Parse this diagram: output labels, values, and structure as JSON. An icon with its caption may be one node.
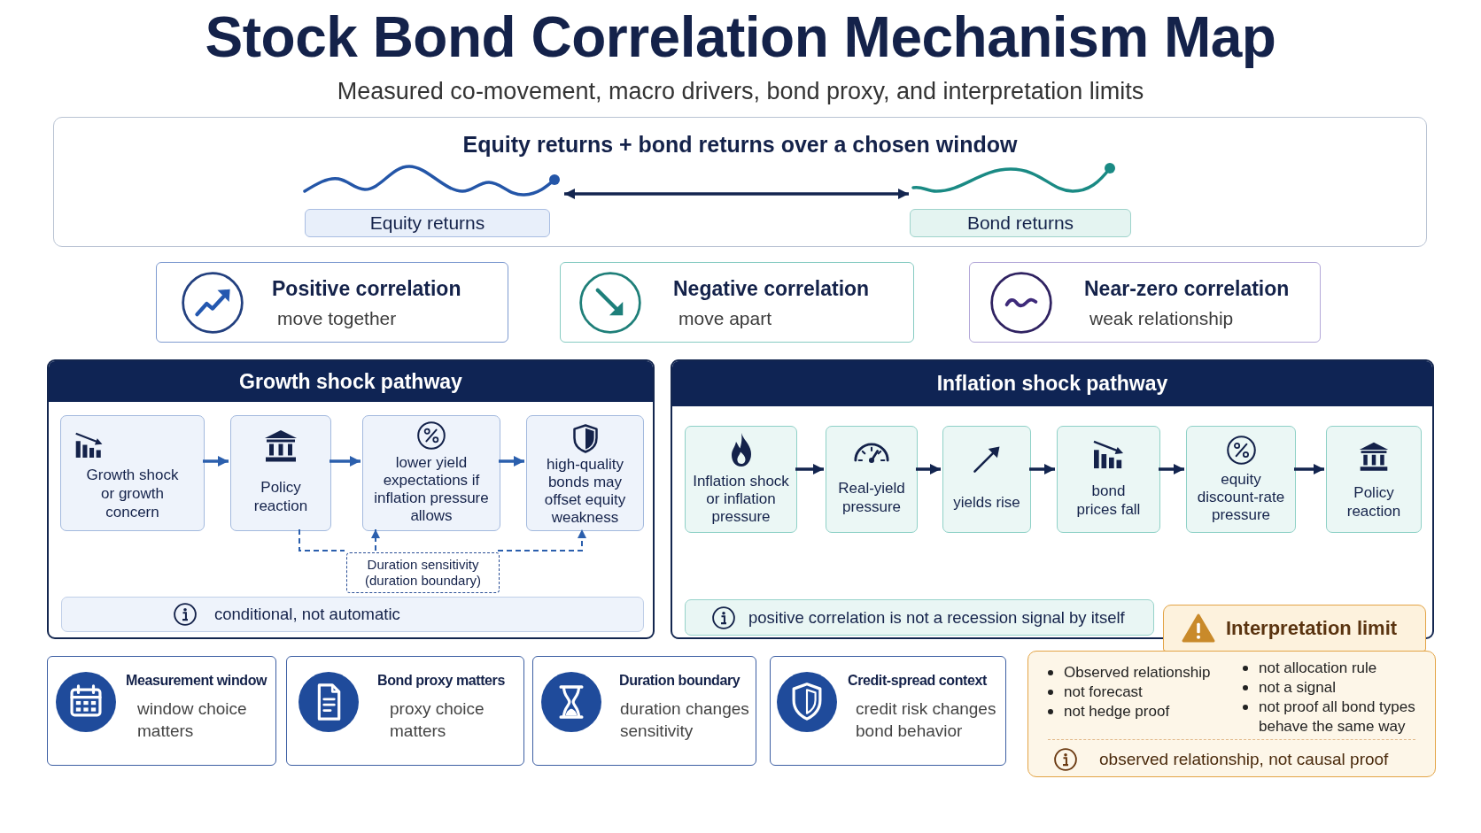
{
  "diagram": {
    "title": "Stock Bond Correlation Mechanism Map",
    "nodes": [
      {
        "text": [
          "Equity returns + bond returns over a chosen window"
        ]
      },
      {
        "text": [
          "Equity returns"
        ],
        "in": 0
      },
      {
        "text": [
          "Bond returns"
        ],
        "in": 0
      },
      {
        "text": [
          "Positive correlation",
          "move together"
        ]
      },
      {
        "text": [
          "Negative correlation",
          "move apart"
        ]
      },
      {
        "text": [
          "Near-zero correlation",
          "weak relationship"
        ]
      },
      {
        "text": [
          "Growth shock pathway"
        ]
      },
      {
        "text": [
          "Growth shock or growth concern"
        ],
        "in": 6
      },
      {
        "text": [
          "Policy reaction"
        ],
        "in": 6
      },
      {
        "text": [
          "lower yield expectations if inflation pressure allows"
        ],
        "in": 6
      },
      {
        "text": [
          "high-quality bonds may offset equity weakness"
        ],
        "in": 6
      },
      {
        "text": [
          "Duration sensitivity (duration boundary)"
        ],
        "in": 6
      },
      {
        "text": [
          "conditional, not automatic"
        ],
        "in": 6
      },
      {
        "text": [
          "Inflation shock pathway"
        ]
      },
      {
        "text": [
          "Inflation shock or inflation pressure"
        ],
        "in": 13
      },
      {
        "text": [
          "Real-yield pressure"
        ],
        "in": 13
      },
      {
        "text": [
          "yields rise"
        ],
        "in": 13
      },
      {
        "text": [
          "bond prices fall"
        ],
        "in": 13
      },
      {
        "text": [
          "equity discount-rate pressure"
        ],
        "in": 13
      },
      {
        "text": [
          "Policy reaction"
        ],
        "in": 13
      },
      {
        "text": [
          "positive correlation is not a recession signal by itself"
        ],
        "in": 13
      },
      {
        "text": [
          "Interpretation limit"
        ]
      },
      {
        "text": [
          "Observed relationship",
          "not forecast",
          "not hedge proof",
          "not allocation rule",
          "not a signal",
          "not proof all bond types behave the same way",
          "observed relationship, not causal proof"
        ]
      },
      {
        "text": [
          "Measurement window",
          "window choice matters"
        ]
      },
      {
        "text": [
          "Bond proxy matters",
          "proxy choice matters"
        ]
      },
      {
        "text": [
          "Duration boundary",
          "duration changes sensitivity"
        ]
      },
      {
        "text": [
          "Credit-spread context",
          "credit risk changes bond behavior"
        ]
      }
    ],
    "edges": [
      {
        "from": 1,
        "to": 2,
        "arrow": "both"
      },
      {
        "from": 7,
        "to": 8,
        "arrow": "to",
        "color": "#2b5fad"
      },
      {
        "from": 8,
        "to": 9,
        "arrow": "to",
        "color": "#2b5fad"
      },
      {
        "from": 9,
        "to": 10,
        "arrow": "to",
        "color": "#2b5fad"
      },
      {
        "from": 8,
        "to": 11,
        "arrow": "none",
        "style": "dashed",
        "color": "#2b5fad"
      },
      {
        "from": 11,
        "to": 9,
        "arrow": "to",
        "style": "dashed",
        "color": "#2b5fad"
      },
      {
        "from": 11,
        "to": 10,
        "arrow": "to",
        "style": "dashed",
        "color": "#2b5fad"
      },
      {
        "from": 14,
        "to": 15,
        "arrow": "to"
      },
      {
        "from": 15,
        "to": 16,
        "arrow": "to"
      },
      {
        "from": 16,
        "to": 17,
        "arrow": "to"
      },
      {
        "from": 17,
        "to": 18,
        "arrow": "to"
      },
      {
        "from": 18,
        "to": 19,
        "arrow": "to"
      }
    ],
    "labels": [
      "Measured co-movement, macro drivers, bond proxy, and interpretation limits"
    ]
  }
}
